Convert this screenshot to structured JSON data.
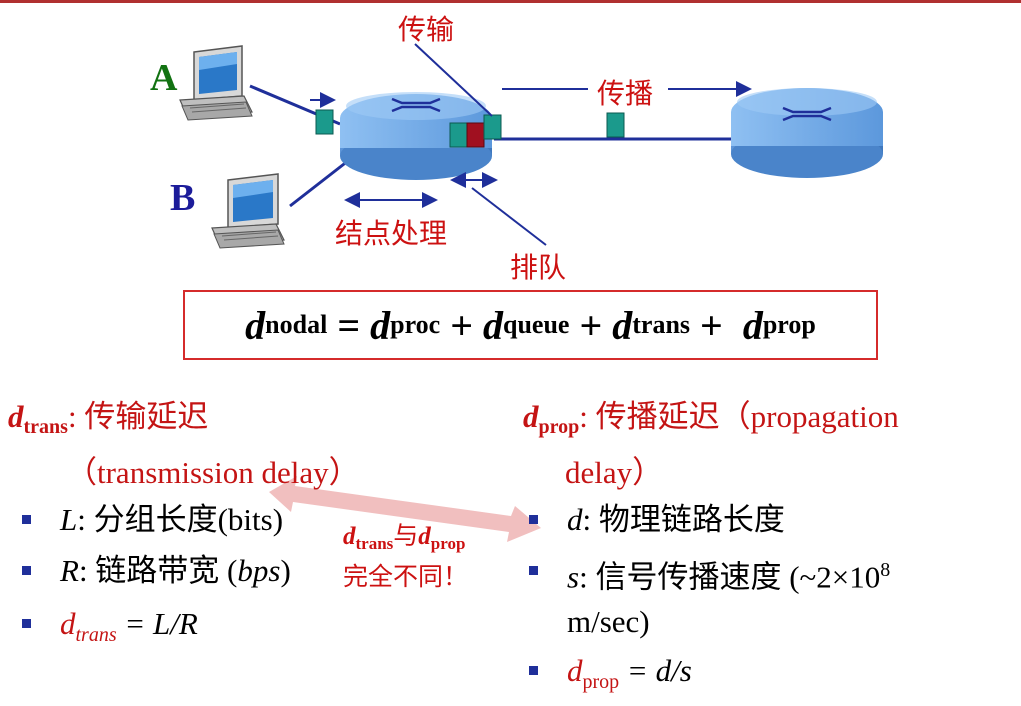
{
  "diagram": {
    "label_transmission": "传输",
    "label_propagation": "传播",
    "label_processing": "结点处理",
    "label_queueing": "排队",
    "host_a": "A",
    "host_b": "B"
  },
  "formula": {
    "d": "d",
    "nodal": "nodal",
    "eq": " = ",
    "proc": "proc",
    "plus1": " + ",
    "queue": "queue",
    "plus2": " + ",
    "trans": "trans",
    "plus3": " +  ",
    "prop": "prop"
  },
  "left": {
    "head_d": "d",
    "head_sub": "trans",
    "head_text": ": 传输延迟",
    "head_text2": "（transmission delay）",
    "b1_var": "L",
    "b1_text": ": 分组长度(bits)",
    "b2_var": "R",
    "b2_text": ": 链路带宽 (",
    "b2_unit": "bps",
    "b2_close": ")",
    "b3_d": "d",
    "b3_sub": "trans",
    "b3_text": " = L/R"
  },
  "right": {
    "head_d": "d",
    "head_sub": "prop",
    "head_text": ": 传播延迟（propagation",
    "head_text2": "delay）",
    "b1_var": "d",
    "b1_text": ": 物理链路长度",
    "b2_var": "s",
    "b2_text": ": 信号传播速度 (~2×10",
    "b2_sup": "8",
    "b2_text2": "m/sec)",
    "b3_d": "d",
    "b3_sub": "prop",
    "b3_text": " = d/s"
  },
  "note": {
    "d1": "d",
    "sub1": "trans",
    "mid": "与",
    "d2": "d",
    "sub2": "prop",
    "line2": "完全不同！"
  },
  "colors": {
    "accent_red": "#cc1111",
    "router_blue": "#6fa8e8",
    "packet_teal": "#1b9a8c",
    "packet_dark_red": "#a01020",
    "link_navy": "#1f2f9a",
    "host_a_green": "#127212",
    "host_b_navy": "#1c1c9a"
  }
}
